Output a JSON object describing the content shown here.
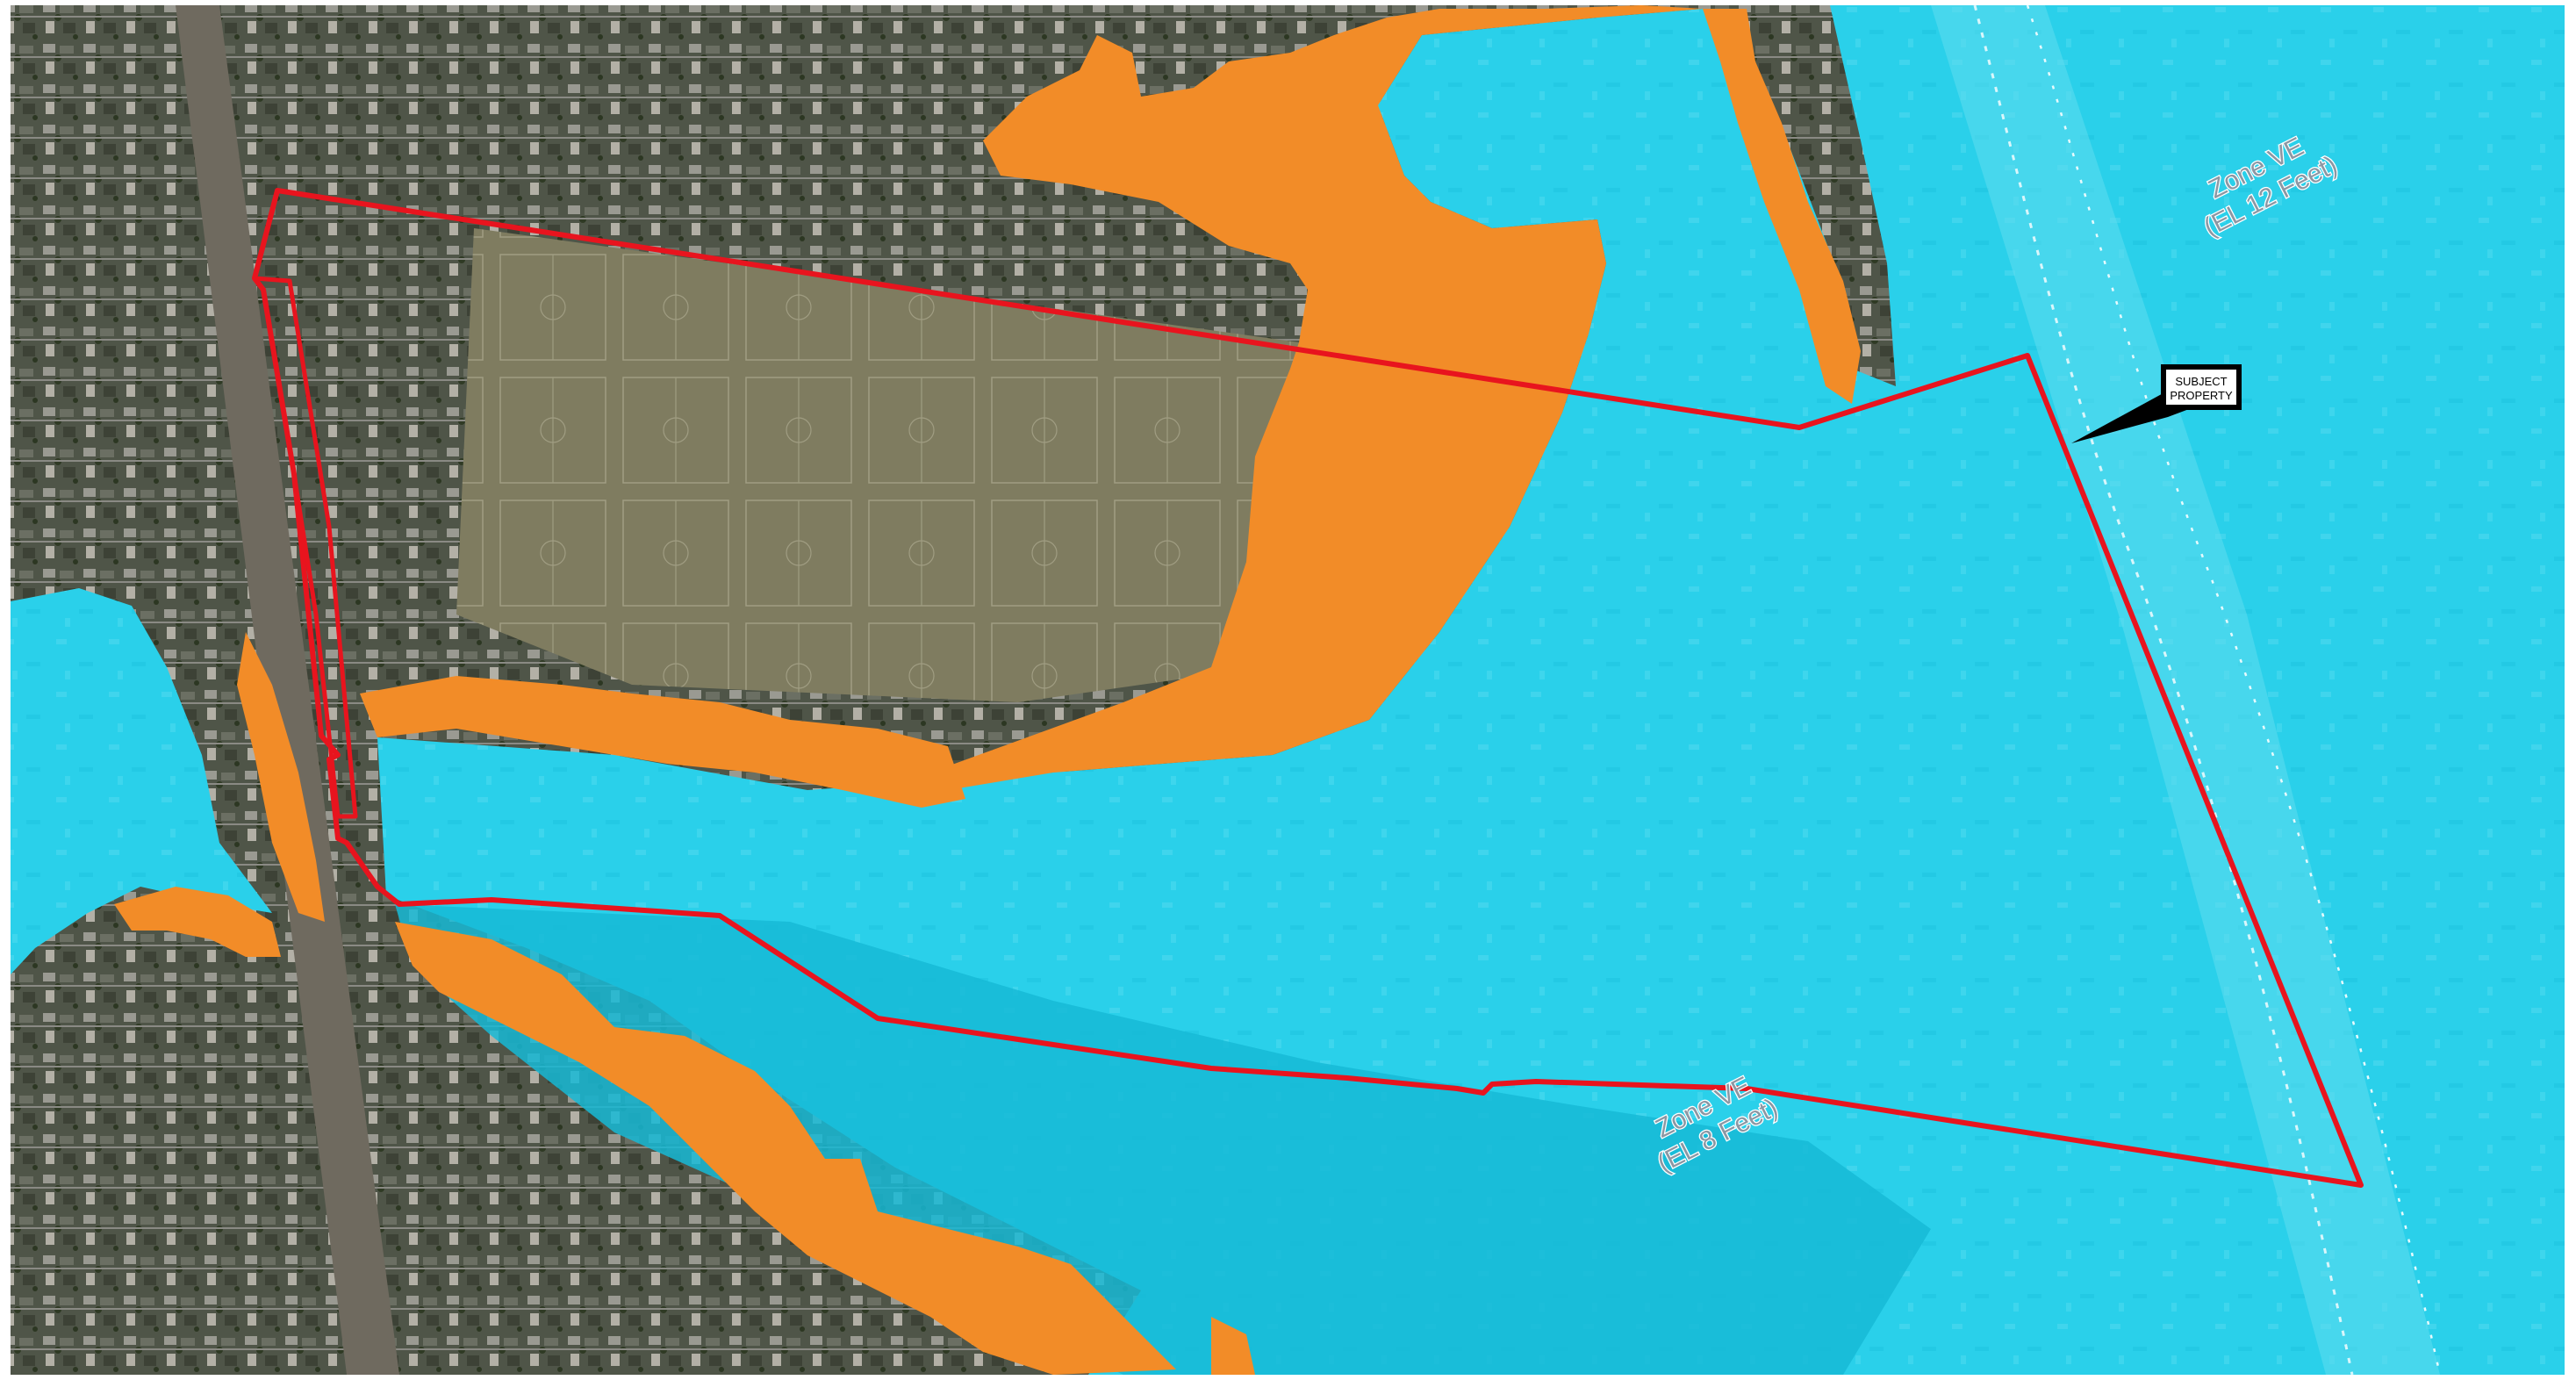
{
  "map": {
    "callout": {
      "line1": "SUBJECT",
      "line2": "PROPERTY"
    },
    "zones": {
      "ve_12": {
        "zone": "Zone VE",
        "elevation": "(EL 12 Feet)"
      },
      "ve_8": {
        "zone": "Zone VE",
        "elevation": "(EL 8 Feet)"
      }
    },
    "colors": {
      "zone_blue": "#2ad0ea",
      "zone_blue_dark": "#12bcd8",
      "zone_orange": "#f28c28",
      "boundary_red": "#e8141e",
      "aerial_field": "#7d7a5e",
      "aerial_urban": "#4e5448",
      "ocean_dark": "#0d1e2e"
    }
  }
}
